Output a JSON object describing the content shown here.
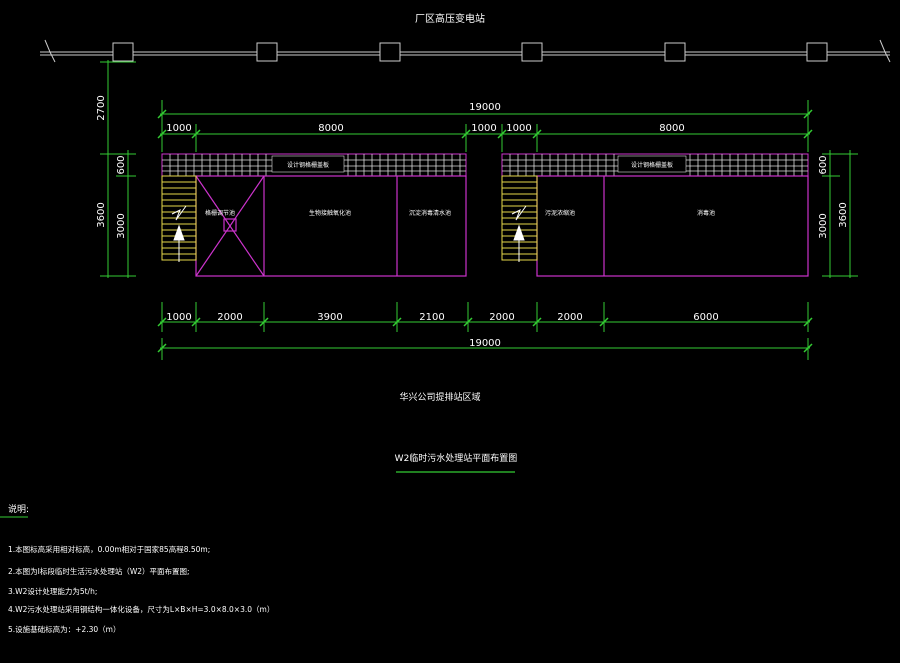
{
  "top_label": "厂区高压变电站",
  "bottom_area_label": "华兴公司提排站区域",
  "drawing_title": "W2临时污水处理站平面布置图",
  "notes_heading": "说明:",
  "notes": [
    "1.本图标高采用相对标高，0.00m相对于国家85高程8.50m;",
    "2.本图为Ⅰ标段临时生活污水处理站（W2）平面布置图;",
    "3.W2设计处理能力为5t/h;",
    "4.W2污水处理站采用钢结构一体化设备，尺寸为L×B×H=3.0×8.0×3.0（m）",
    "5.设施基础标高为：+2.30（m）"
  ],
  "dims_top_total": "19000",
  "dims_top_segments": [
    "1000",
    "8000",
    "1000",
    "1000",
    "8000"
  ],
  "dims_bottom_segments": [
    "1000",
    "2000",
    "3900",
    "2100",
    "2000",
    "2000",
    "6000"
  ],
  "dims_bottom_total": "19000",
  "dims_left": [
    "2700",
    "600",
    "3000",
    "3600"
  ],
  "dims_right": [
    "600",
    "3000",
    "3600"
  ],
  "room_labels": [
    "设计钢格栅盖板",
    "格栅调节池",
    "生物接触氧化池",
    "沉淀消毒清水池",
    "设计钢格栅盖板",
    "污泥浓缩池",
    "消毒池"
  ],
  "colors": {
    "background": "#000000",
    "wall": "#cc33cc",
    "dimension": "#33cc33",
    "stair": "#e6d94a",
    "text": "#ffffff"
  }
}
